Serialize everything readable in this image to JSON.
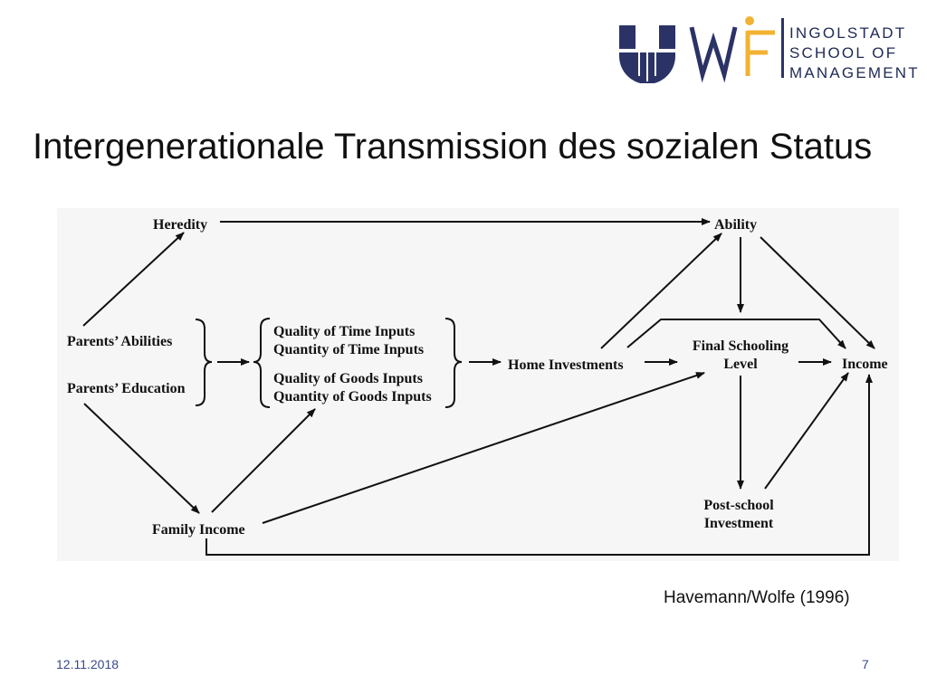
{
  "logo": {
    "lines": [
      "INGOLSTADT",
      "SCHOOL OF",
      "MANAGEMENT"
    ],
    "primary_color": "#2b3366",
    "accent_color": "#f2b233"
  },
  "slide": {
    "title": "Intergenerationale Transmission des sozialen Status",
    "citation": "Havemann/Wolfe (1996)",
    "date": "12.11.2018",
    "page": "7"
  },
  "diagram": {
    "heredity": "Heredity",
    "ability": "Ability",
    "parents_abilities": "Parents’ Abilities",
    "parents_education": "Parents’ Education",
    "quality_time": "Quality of Time Inputs",
    "quantity_time": "Quantity of Time Inputs",
    "quality_goods": "Quality of Goods Inputs",
    "quantity_goods": "Quantity of Goods Inputs",
    "home_investments": "Home Investments",
    "final_schooling_1": "Final Schooling",
    "final_schooling_2": "Level",
    "income": "Income",
    "post_school_1": "Post-school",
    "post_school_2": "Investment",
    "family_income": "Family Income"
  }
}
